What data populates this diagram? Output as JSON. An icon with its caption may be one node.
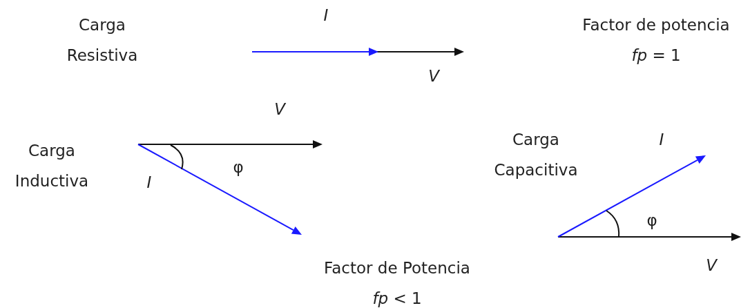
{
  "diagram": {
    "labels": [
      "Carga Resistiva",
      "I",
      "Factor de potencia",
      "*fp* = 1",
      "V",
      "V",
      "Carga Capacitiva",
      "I",
      "Carga Inductiva",
      "φ",
      "I",
      "φ",
      "V",
      "Factor de Potencia",
      "*fp* < 1"
    ]
  }
}
